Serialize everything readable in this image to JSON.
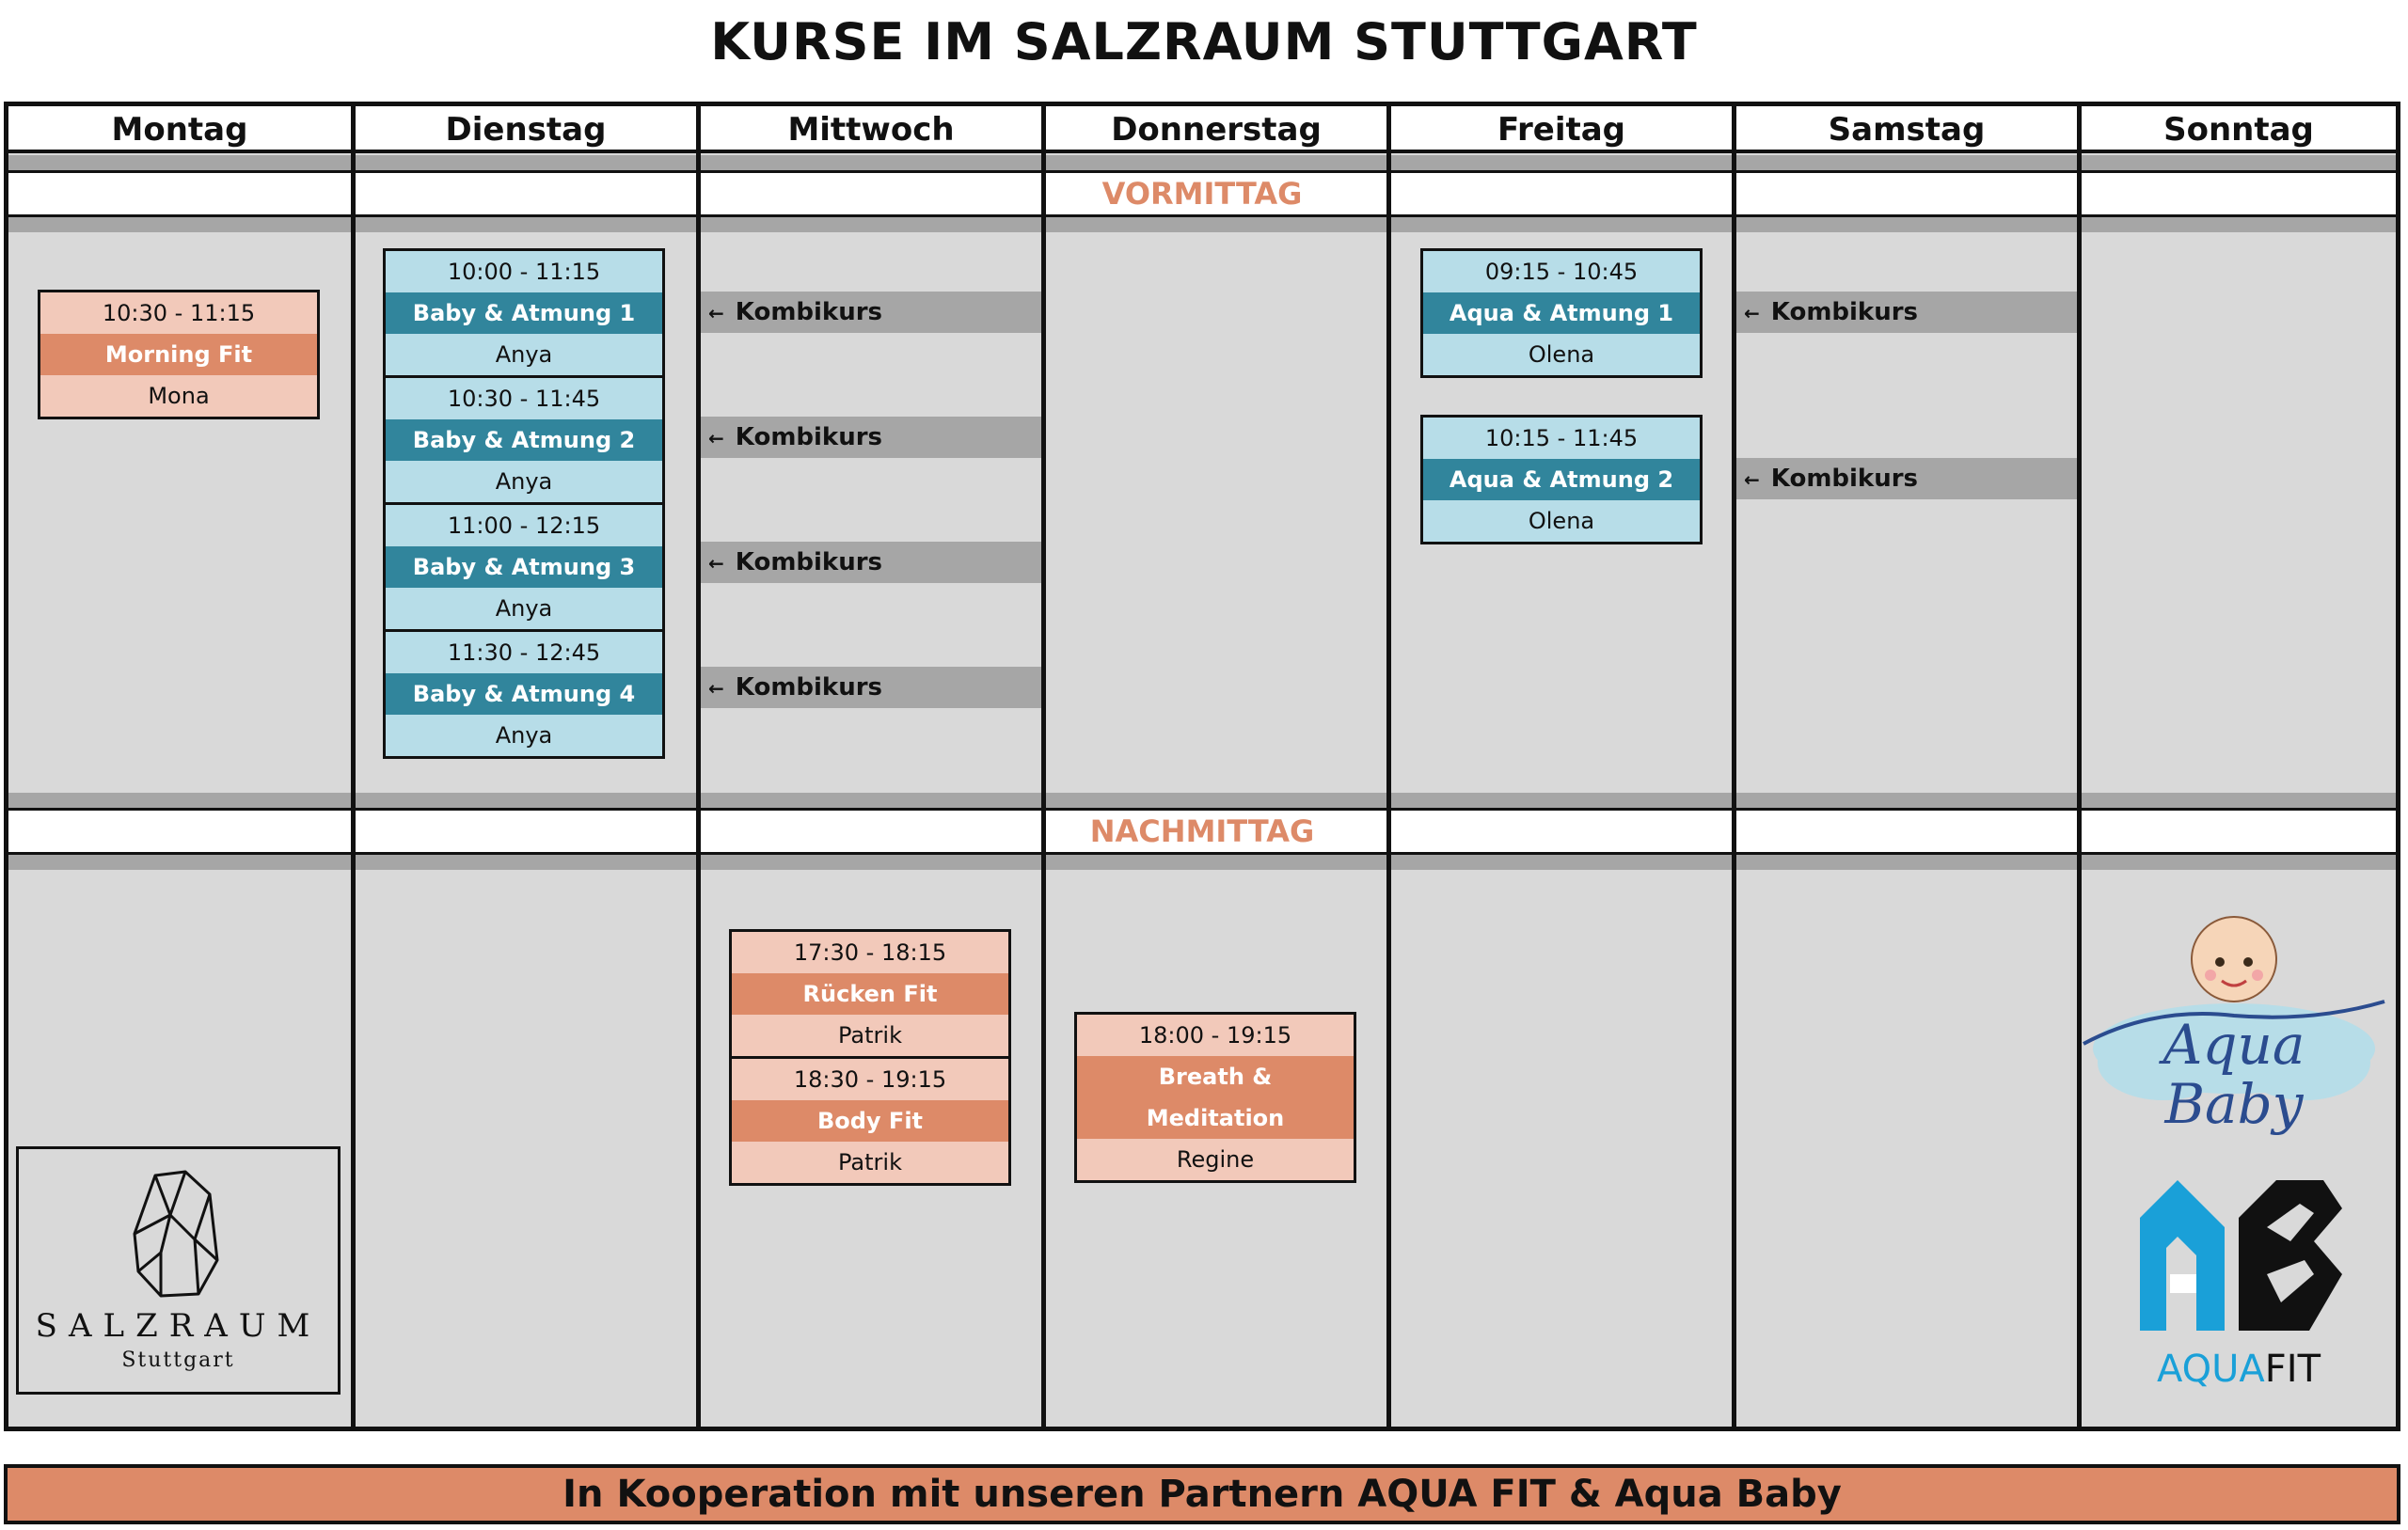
{
  "title": "KURSE IM SALZRAUM STUTTGART",
  "days": [
    "Montag",
    "Dienstag",
    "Mittwoch",
    "Donnerstag",
    "Freitag",
    "Samstag",
    "Sonntag"
  ],
  "sections": {
    "morning": "VORMITTAG",
    "afternoon": "NACHMITTAG"
  },
  "colors": {
    "salmon": "#dd8a68",
    "salmon_light": "#f2c9ba",
    "teal": "#31859c",
    "teal_light": "#b7dde8",
    "gray": "#d9d9d9",
    "band": "#a6a6a6",
    "aqua": "#1aa0d8"
  },
  "morning": {
    "montag": [
      {
        "time": "10:30 - 11:15",
        "name": "Morning Fit",
        "trainer": "Mona"
      }
    ],
    "dienstag": [
      {
        "time": "10:00 - 11:15",
        "name": "Baby & Atmung 1",
        "trainer": "Anya"
      },
      {
        "time": "10:30 - 11:45",
        "name": "Baby & Atmung 2",
        "trainer": "Anya"
      },
      {
        "time": "11:00 - 12:15",
        "name": "Baby & Atmung 3",
        "trainer": "Anya"
      },
      {
        "time": "11:30 - 12:45",
        "name": "Baby & Atmung 4",
        "trainer": "Anya"
      }
    ],
    "mittwoch_kombi": [
      "Kombikurs",
      "Kombikurs",
      "Kombikurs",
      "Kombikurs"
    ],
    "freitag": [
      {
        "time": "09:15 - 10:45",
        "name": "Aqua & Atmung 1",
        "trainer": "Olena"
      },
      {
        "time": "10:15 - 11:45",
        "name": "Aqua & Atmung 2",
        "trainer": "Olena"
      }
    ],
    "samstag_kombi": [
      "Kombikurs",
      "Kombikurs"
    ]
  },
  "afternoon": {
    "mittwoch": [
      {
        "time": "17:30 - 18:15",
        "name": "Rücken Fit",
        "trainer": "Patrik"
      },
      {
        "time": "18:30 - 19:15",
        "name": "Body Fit",
        "trainer": "Patrik"
      }
    ],
    "donnerstag": [
      {
        "time": "18:00 - 19:15",
        "name_line1": "Breath &",
        "name_line2": "Meditation",
        "trainer": "Regine"
      }
    ]
  },
  "logos": {
    "salzraum": {
      "name": "SALZRAUM",
      "sub": "Stuttgart",
      "icon": "stone-icon"
    },
    "aqua_baby": {
      "line1": "Aqua",
      "line2": "Baby",
      "icon": "baby-icon"
    },
    "aqua_fit": {
      "text_a": "AQUA",
      "text_b": "FIT",
      "icon": "aquafit-logo-icon"
    }
  },
  "footer": "In Kooperation mit unseren Partnern AQUA FIT & Aqua Baby"
}
